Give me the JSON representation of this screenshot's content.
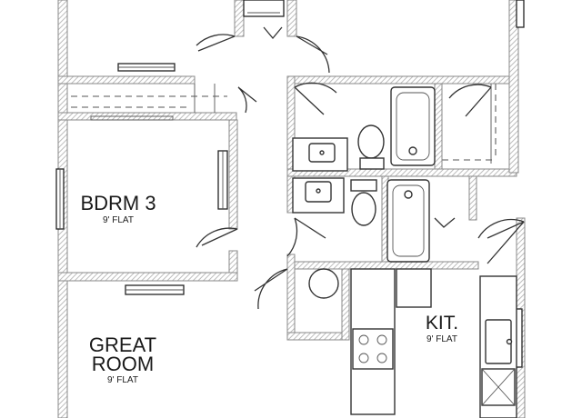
{
  "rooms": {
    "bedroom": {
      "name": "BDRM 3",
      "ceiling": "9' FLAT"
    },
    "great_room": {
      "name_line1": "GREAT",
      "name_line2": "ROOM",
      "ceiling": "9' FLAT"
    },
    "kitchen": {
      "name": "KIT.",
      "ceiling": "9' FLAT"
    }
  },
  "colors": {
    "wall_hatch": "#bdbdbd",
    "line": "#333333",
    "background": "#ffffff"
  },
  "icons": [
    "door-swing-icon",
    "toilet-icon",
    "bathtub-icon",
    "sink-icon",
    "window-icon",
    "stove-icon",
    "water-heater-icon"
  ]
}
